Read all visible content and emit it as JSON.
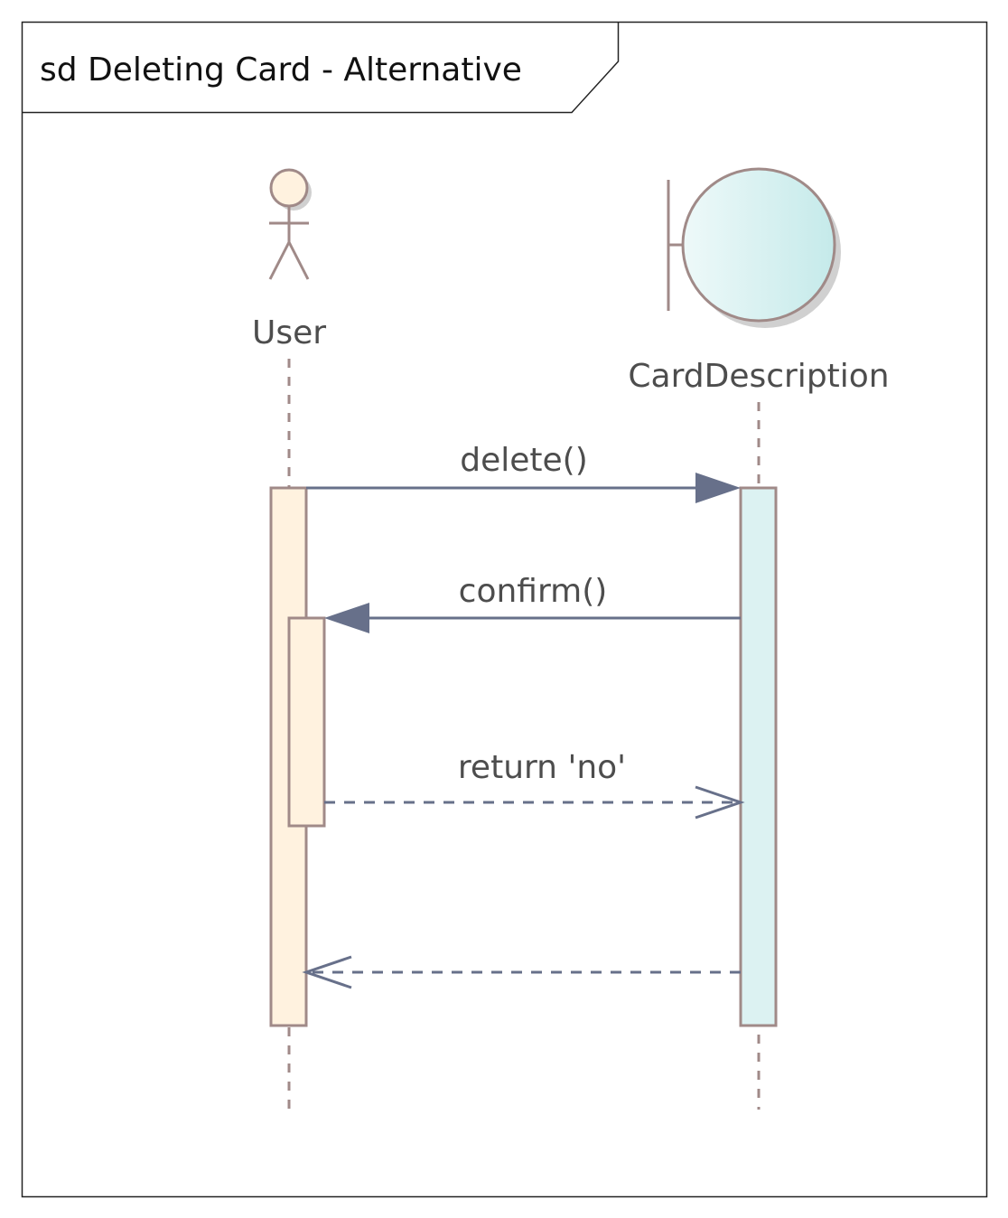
{
  "frame": {
    "title": "sd Deleting Card - Alternative"
  },
  "participants": [
    {
      "id": "user",
      "label": "User",
      "kind": "actor"
    },
    {
      "id": "card",
      "label": "CardDescription",
      "kind": "boundary"
    }
  ],
  "messages": [
    {
      "label": "delete()",
      "from": "User",
      "to": "CardDescription",
      "style": "synchronous"
    },
    {
      "label": "confirm()",
      "from": "CardDescription",
      "to": "User",
      "style": "synchronous"
    },
    {
      "label": "return 'no'",
      "from": "User",
      "to": "CardDescription",
      "style": "return"
    },
    {
      "label": "",
      "from": "CardDescription",
      "to": "User",
      "style": "return"
    }
  ],
  "colors": {
    "border": "#a08a88",
    "arrow": "#67708a",
    "actor_fill": "#fff2df",
    "boundary_fill": "#d8f0f0",
    "frame_border": "#222222"
  }
}
